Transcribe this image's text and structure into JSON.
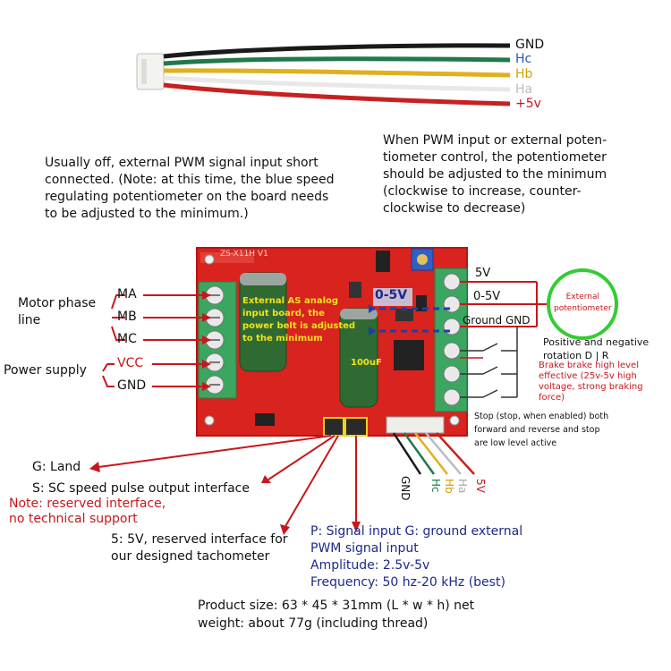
{
  "cable": {
    "wires": [
      "GND",
      "Hc",
      "Hb",
      "Ha",
      "+5v"
    ],
    "colors": [
      "#1a1a1a",
      "#1f7a4a",
      "#e0b020",
      "#e8e8e8",
      "#c82020"
    ],
    "label_colors": [
      "#111111",
      "#2a55b0",
      "#d4a000",
      "#bdbdbd",
      "#c8171b"
    ]
  },
  "notes": {
    "pwm_short": "Usually off, external PWM signal input short\nconnected. (Note: at this time, the blue speed\nregulating potentiometer on the board needs\nto be adjusted to the minimum.)",
    "pot_min": "When PWM input or external poten-\ntiometer control, the potentiometer\nshould be adjusted to the minimum\n(clockwise to increase, counter-\nclockwise to decrease)"
  },
  "board": {
    "model": "ZS-X11H V1",
    "overlay_note": "External AS analog\ninput board, the\npower belt is adjusted\nto the minimum",
    "voltage_label": "0-5V",
    "cap_label": "100uF"
  },
  "left": {
    "motor_phase": "Motor phase\nline",
    "ma": "MA",
    "mb": "MB",
    "mc": "MC",
    "power_supply": "Power supply",
    "vcc": "VCC",
    "gnd": "GND"
  },
  "right": {
    "v5": "5V",
    "v05": "0-5V",
    "ground_gnd": "Ground GND",
    "pot_label": "External\npotentiometer",
    "dir": "Positive and negative\nrotation D | R",
    "brake": "Brake brake high level\neffective (25v-5v high\nvoltage, strong braking\nforce)",
    "stop": "Stop (stop, when enabled) both\nforward and reverse and stop\nare low level active"
  },
  "bottom_left": {
    "g_land": "G: Land",
    "s_speed": "S: SC speed pulse output interface",
    "note_reserved": "Note: reserved interface,\nno technical support",
    "five_v": "5: 5V, reserved interface for\nour designed tachometer"
  },
  "pins": {
    "bottom": [
      "GND",
      "Hc",
      "Hb",
      "Ha",
      "5V"
    ]
  },
  "signal": {
    "text": "P: Signal input G: ground external\nPWM signal input\nAmplitude: 2.5v-5v\nFrequency: 50 hz-20 kHz (best)"
  },
  "product": {
    "text": "Product size: 63 * 45 * 31mm (L * w * h) net\nweight: about 77g (including thread)"
  }
}
